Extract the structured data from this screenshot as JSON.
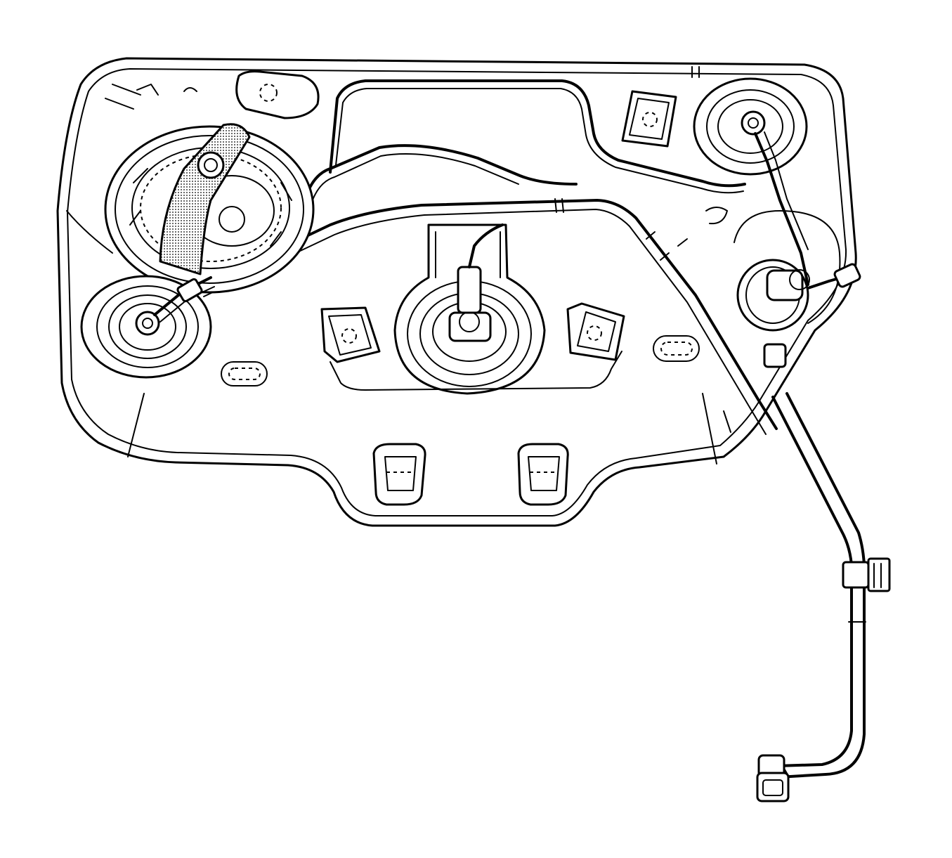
{
  "figure": {
    "subject": "fuel-tank-assembly-line-drawing",
    "colors": {
      "line": "#000000",
      "background": "#ffffff",
      "strap_fill": "#c8c8c8"
    },
    "components": [
      "tank-body",
      "fuel-pump-module",
      "retaining-strap",
      "left-sender-port",
      "center-sender-port",
      "upper-right-port",
      "right-evap-valve",
      "fuel-feed-line",
      "vapor-line",
      "filler-hose",
      "quick-connector",
      "mounting-clip-left",
      "mounting-clip-right",
      "mounting-tab-top",
      "mounting-tab-upper-right",
      "drain-slot-left",
      "drain-slot-right",
      "strap-loop-left",
      "strap-loop-right"
    ]
  }
}
